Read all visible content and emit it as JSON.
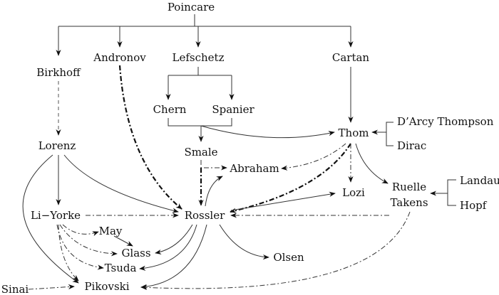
{
  "nodes": {
    "poincare": "Poincare",
    "birkhoff": "Birkhoff",
    "andronov": "Andronov",
    "lefschetz": "Lefschetz",
    "cartan": "Cartan",
    "chern": "Chern",
    "spanier": "Spanier",
    "lorenz": "Lorenz",
    "smale": "Smale",
    "abraham": "Abraham",
    "thom": "Thom",
    "darcy_thompson": "D’Arcy Thompson",
    "dirac": "Dirac",
    "lozi": "Lozi",
    "ruelle": "Ruelle",
    "takens": "Takens",
    "landau": "Landau",
    "hopf": "Hopf",
    "li_yorke": "Li−Yorke",
    "rossler": "Rossler",
    "may": "May",
    "glass": "Glass",
    "tsuda": "Tsuda",
    "olsen": "Olsen",
    "pikovski": "Pikovski",
    "sinai": "Sinai"
  }
}
